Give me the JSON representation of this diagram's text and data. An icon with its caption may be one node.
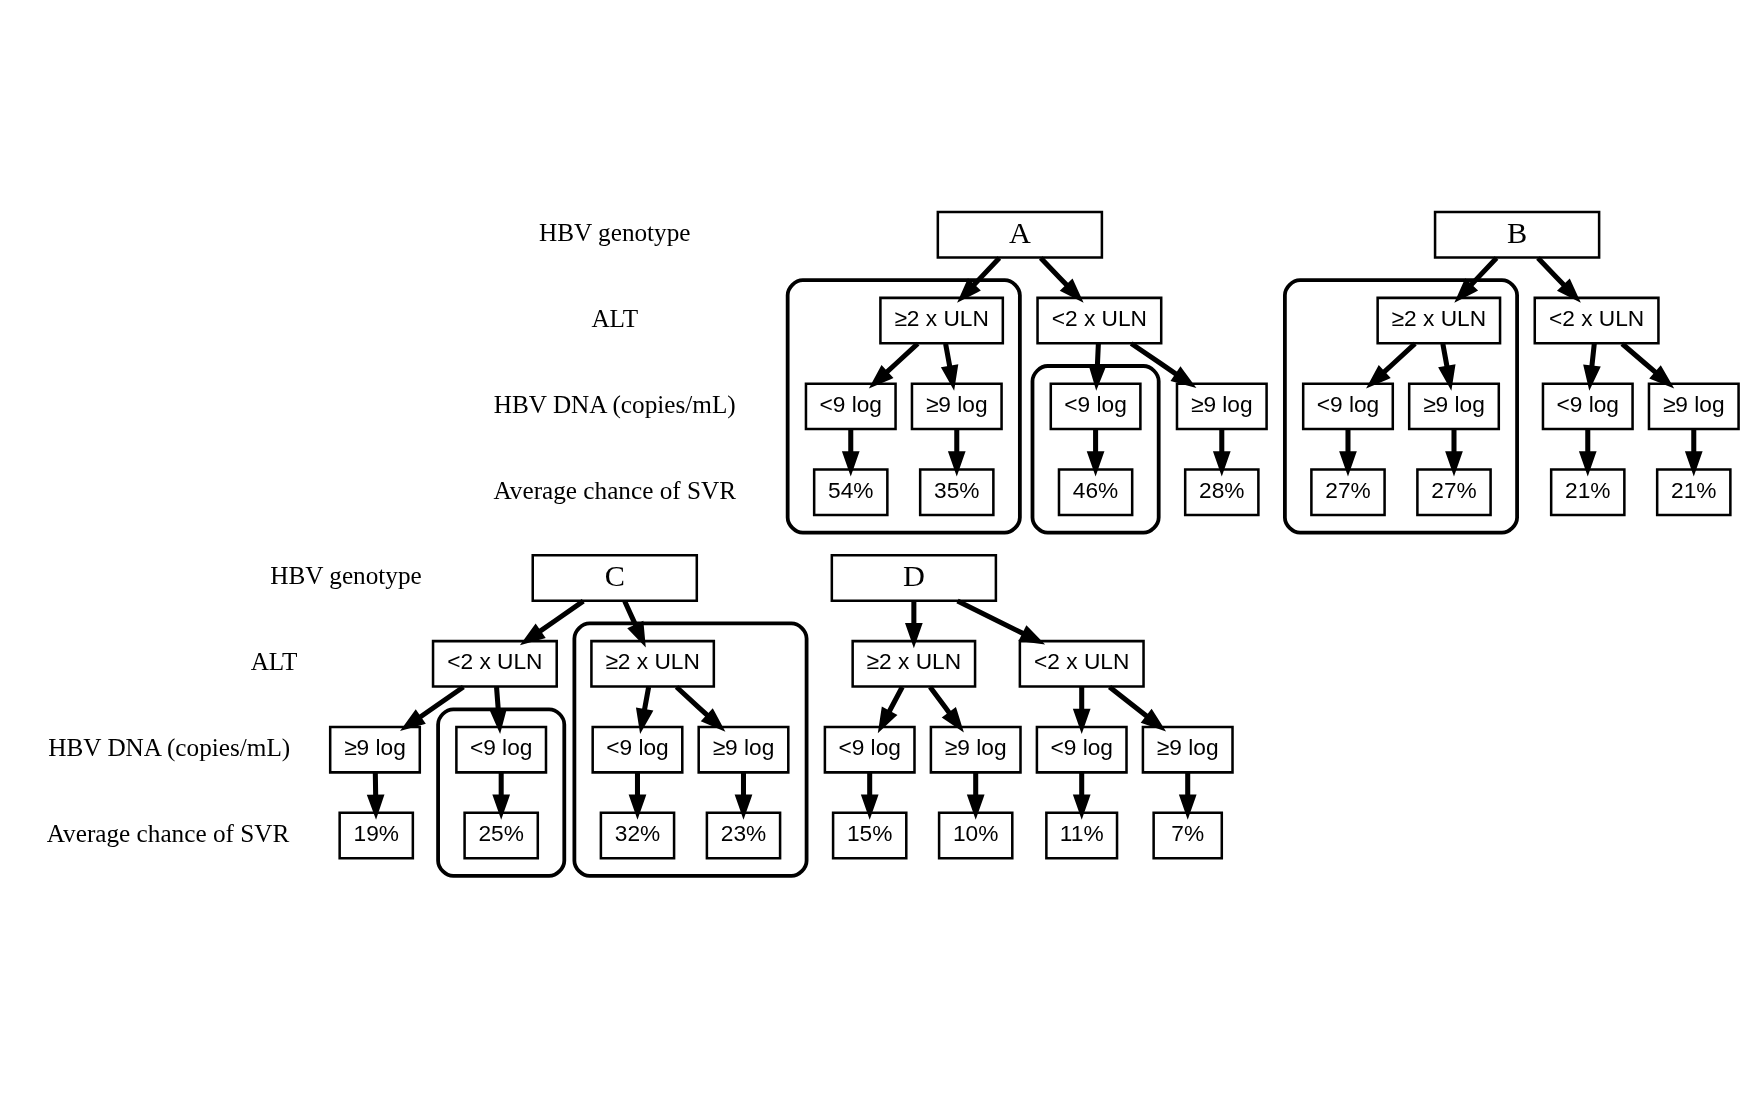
{
  "diagram": {
    "nodes": [
      {
        "text": [
          "A"
        ]
      },
      {
        "text": [
          "<2 x ULN"
        ]
      },
      {
        "text": [],
        "shape": "ellipse"
      },
      {
        "text": [
          "≥2 x ULN"
        ],
        "in": 2
      },
      {
        "text": [],
        "shape": "ellipse"
      },
      {
        "text": [
          "<9 log"
        ],
        "in": 4
      },
      {
        "text": [
          "≥9 log"
        ]
      },
      {
        "text": [
          "<9 log"
        ],
        "in": 2
      },
      {
        "text": [
          "≥9 log"
        ],
        "in": 2
      },
      {
        "text": [
          "46%"
        ],
        "in": 4
      },
      {
        "text": [
          "28%"
        ]
      },
      {
        "text": [
          "54%"
        ],
        "in": 2
      },
      {
        "text": [
          "35%"
        ],
        "in": 2
      },
      {
        "text": [
          "B"
        ]
      },
      {
        "text": [
          "<2 x ULN"
        ]
      },
      {
        "text": [],
        "shape": "ellipse"
      },
      {
        "text": [
          "≥2 x ULN"
        ],
        "in": 15
      },
      {
        "text": [
          "<9 log"
        ]
      },
      {
        "text": [
          "≥9 log"
        ]
      },
      {
        "text": [
          "<9 log"
        ],
        "in": 15
      },
      {
        "text": [
          "≥9 log"
        ],
        "in": 15
      },
      {
        "text": [
          "21%"
        ]
      },
      {
        "text": [
          "21%"
        ]
      },
      {
        "text": [
          "27%"
        ],
        "in": 15
      },
      {
        "text": [
          "27%"
        ],
        "in": 15
      },
      {
        "text": [
          "C"
        ]
      },
      {
        "text": [
          "<2 x ULN"
        ]
      },
      {
        "text": [],
        "shape": "ellipse"
      },
      {
        "text": [
          "≥2 x ULN"
        ],
        "in": 27
      },
      {
        "text": [],
        "shape": "ellipse"
      },
      {
        "text": [
          "<9 log"
        ],
        "in": 29
      },
      {
        "text": [
          "≥9 log"
        ]
      },
      {
        "text": [
          "<9 log"
        ],
        "in": 27
      },
      {
        "text": [
          "≥9 log"
        ],
        "in": 27
      },
      {
        "text": [
          "25%"
        ],
        "in": 29
      },
      {
        "text": [
          "19%"
        ]
      },
      {
        "text": [
          "32%"
        ],
        "in": 27
      },
      {
        "text": [
          "23%"
        ],
        "in": 27
      },
      {
        "text": [
          "D"
        ]
      },
      {
        "text": [
          "<2 x ULN"
        ]
      },
      {
        "text": [
          "≥2 x ULN"
        ]
      },
      {
        "text": [
          "<9 log"
        ]
      },
      {
        "text": [
          "≥9 log"
        ]
      },
      {
        "text": [
          "<9 log"
        ]
      },
      {
        "text": [
          "≥9 log"
        ]
      },
      {
        "text": [
          "11%"
        ]
      },
      {
        "text": [
          "7%"
        ]
      },
      {
        "text": [
          "15%"
        ]
      },
      {
        "text": [
          "10%"
        ]
      }
    ],
    "edges": [
      {
        "from": 0,
        "to": 1,
        "arrow": "to"
      },
      {
        "from": 0,
        "to": 3,
        "arrow": "to"
      },
      {
        "from": 1,
        "to": 5,
        "arrow": "to"
      },
      {
        "from": 1,
        "to": 6,
        "arrow": "to"
      },
      {
        "from": 3,
        "to": 7,
        "arrow": "to"
      },
      {
        "from": 3,
        "to": 8,
        "arrow": "to"
      },
      {
        "from": 5,
        "to": 9,
        "arrow": "to"
      },
      {
        "from": 6,
        "to": 10,
        "arrow": "to"
      },
      {
        "from": 7,
        "to": 11,
        "arrow": "to"
      },
      {
        "from": 8,
        "to": 12,
        "arrow": "to"
      },
      {
        "from": 13,
        "to": 14,
        "arrow": "to"
      },
      {
        "from": 13,
        "to": 16,
        "arrow": "to"
      },
      {
        "from": 14,
        "to": 17,
        "arrow": "to"
      },
      {
        "from": 14,
        "to": 18,
        "arrow": "to"
      },
      {
        "from": 16,
        "to": 19,
        "arrow": "to"
      },
      {
        "from": 16,
        "to": 20,
        "arrow": "to"
      },
      {
        "from": 17,
        "to": 21,
        "arrow": "to"
      },
      {
        "from": 18,
        "to": 22,
        "arrow": "to"
      },
      {
        "from": 19,
        "to": 23,
        "arrow": "to"
      },
      {
        "from": 20,
        "to": 24,
        "arrow": "to"
      },
      {
        "from": 25,
        "to": 26,
        "arrow": "to"
      },
      {
        "from": 25,
        "to": 28,
        "arrow": "to"
      },
      {
        "from": 26,
        "to": 30,
        "arrow": "to"
      },
      {
        "from": 26,
        "to": 31,
        "arrow": "to"
      },
      {
        "from": 28,
        "to": 32,
        "arrow": "to"
      },
      {
        "from": 28,
        "to": 33,
        "arrow": "to"
      },
      {
        "from": 30,
        "to": 34,
        "arrow": "to"
      },
      {
        "from": 31,
        "to": 35,
        "arrow": "to"
      },
      {
        "from": 32,
        "to": 36,
        "arrow": "to"
      },
      {
        "from": 33,
        "to": 37,
        "arrow": "to"
      },
      {
        "from": 38,
        "to": 39,
        "arrow": "to"
      },
      {
        "from": 38,
        "to": 40,
        "arrow": "to"
      },
      {
        "from": 39,
        "to": 41,
        "arrow": "to"
      },
      {
        "from": 39,
        "to": 42,
        "arrow": "to"
      },
      {
        "from": 40,
        "to": 43,
        "arrow": "to"
      },
      {
        "from": 40,
        "to": 44,
        "arrow": "to"
      },
      {
        "from": 41,
        "to": 45,
        "arrow": "to"
      },
      {
        "from": 42,
        "to": 46,
        "arrow": "to"
      },
      {
        "from": 43,
        "to": 47,
        "arrow": "to"
      },
      {
        "from": 44,
        "to": 48,
        "arrow": "to"
      }
    ],
    "labels": [
      "HBV genotype",
      "ALT",
      "HBV DNA (copies/mL)",
      "Average chance of SVR",
      "HBV genotype",
      "ALT",
      "HBV DNA (copies/mL)",
      "Average chance of SVR"
    ]
  }
}
